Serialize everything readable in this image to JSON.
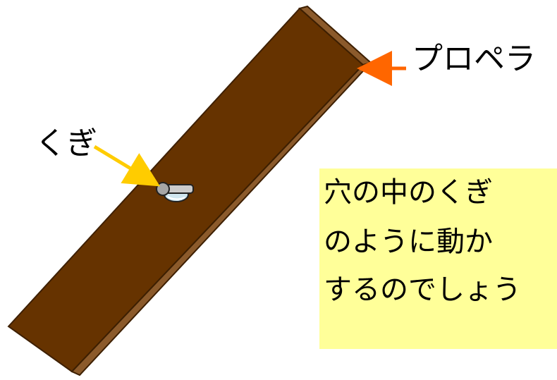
{
  "labels": {
    "propeller": "プロペラ",
    "nail": "くぎ"
  },
  "question": {
    "lines": [
      "穴の中のくぎ",
      "のように動か",
      "するのでしょう"
    ]
  },
  "colors": {
    "board_top": "#663300",
    "board_side": "#8b5a2b",
    "board_edge": "#3d1f00",
    "arrow_propeller": "#ff6600",
    "arrow_nail": "#ffcc00",
    "question_bg": "#ffff99",
    "nail_head": "#a6a6a6",
    "washer": "#cfe6f0"
  },
  "icons": {
    "nail": "nail-icon",
    "board": "wooden-board-propeller"
  }
}
